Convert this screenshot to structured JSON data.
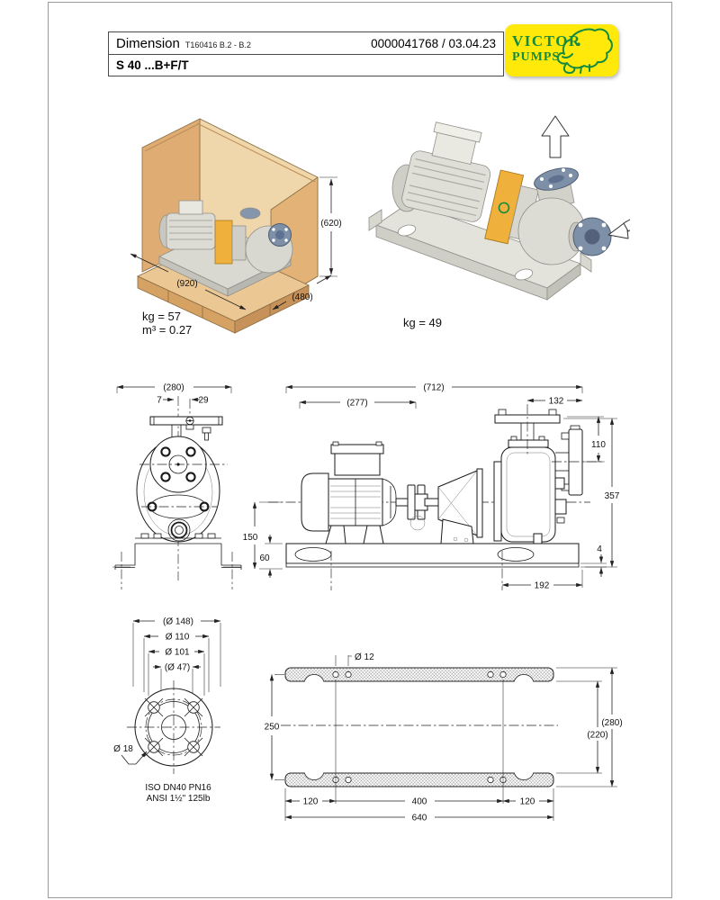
{
  "header": {
    "title": "Dimension",
    "subtitle": "T160416 B.2 - B.2",
    "doc_number": "0000041768 / 03.04.23",
    "model": "S 40 ...B+F/T"
  },
  "logo": {
    "line1": "VICTOR",
    "line2": "PUMPS"
  },
  "figures": {
    "packed": {
      "dim_height": "(620)",
      "dim_length": "(920)",
      "dim_width": "(480)",
      "weight": "kg = 57",
      "volume": "m³ = 0.27"
    },
    "assembled": {
      "weight": "kg = 49"
    },
    "front": {
      "dim_width": "(280)",
      "dim_offset_left": "7",
      "dim_offset_right": "29"
    },
    "side": {
      "dim_overall": "(712)",
      "dim_motor": "(277)",
      "dim_flange": "132",
      "dim_suction": "110",
      "dim_height": "357",
      "dim_shaft": "150",
      "dim_base": "60",
      "dim_pad": "4",
      "dim_end": "192"
    },
    "flange": {
      "dim_outer": "(Ø 148)",
      "dim_bolt_circle": "Ø 110",
      "dim_raised_face": "Ø 101",
      "dim_bore": "(Ø 47)",
      "dim_hole": "Ø 18",
      "std_iso": "ISO DN40 PN16",
      "std_ansi": "ANSI 1½\" 125lb"
    },
    "plan": {
      "dim_hole": "Ø 12",
      "dim_row": "250",
      "dim_width_outer": "(280)",
      "dim_width_inner": "(220)",
      "dim_left": "120",
      "dim_center": "400",
      "dim_right": "120",
      "dim_total": "640"
    }
  },
  "colors": {
    "logo_yellow": "#FFE90A",
    "logo_green": "#168B3F",
    "crate_tan": "#DFAD74",
    "guard_yellow": "#F0B03C",
    "flange_blue": "#7E90A8"
  }
}
